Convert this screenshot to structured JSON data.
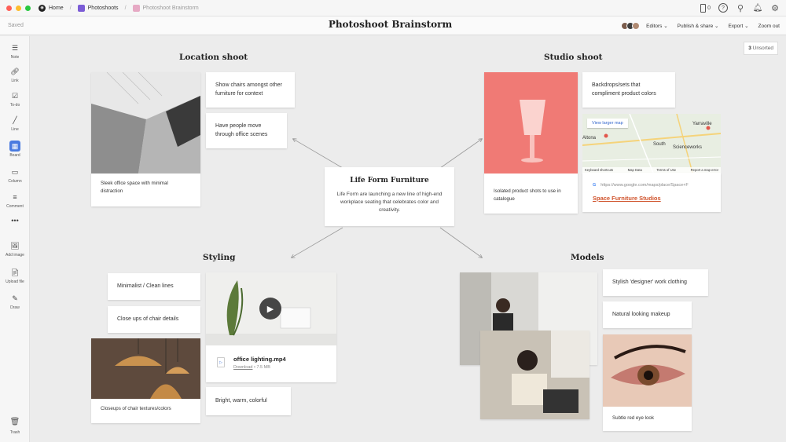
{
  "topbar": {
    "home": "Home",
    "photoshoots": "Photoshoots",
    "current": "Photoshoot Brainstorm",
    "device_count": "0"
  },
  "subbar": {
    "saved": "Saved",
    "title": "Photoshoot Brainstorm",
    "editors": "Editors",
    "publish": "Publish & share",
    "export": "Export",
    "zoom": "Zoom out"
  },
  "toolbar": {
    "note": "Note",
    "link": "Link",
    "todo": "To-do",
    "line": "Line",
    "board": "Board",
    "column": "Column",
    "comment": "Comment",
    "add_image": "Add image",
    "upload_file": "Upload file",
    "draw": "Draw",
    "trash": "Trash"
  },
  "unsorted": {
    "count": "3",
    "label": " Unsorted"
  },
  "center": {
    "title": "Life Form Furniture",
    "desc": "Life Form are launching a new line of high-end workplace seating that celebrates color and creativity."
  },
  "location": {
    "heading": "Location shoot",
    "image_caption": "Sleek office space with minimal distraction",
    "note1": "Show chairs amongst other furniture for context",
    "note2": "Have people move through office scenes"
  },
  "studio": {
    "heading": "Studio shoot",
    "image_caption": "Isolated product shots to use in catalogue",
    "note1": "Backdrops/sets that compliment product colors",
    "map_button": "View larger map",
    "map_labels": [
      "Yarraville",
      "South",
      "Altona",
      "Scienceworks"
    ],
    "map_footer": [
      "Keyboard shortcuts",
      "Map Data",
      "Terms of Use",
      "Report a map error"
    ],
    "url": "https://www.google.com/maps/place/Space+F",
    "link": "Space Furniture Studios"
  },
  "styling": {
    "heading": "Styling",
    "note1": "Minimalist / Clean lines",
    "note2": "Close ups of chair details",
    "image_caption": "Closeups of chair textures/colors",
    "video_name": "office lighting.mp4",
    "video_download": "Download",
    "video_size": " • 7.5 MB",
    "note3": "Bright, warm, colorful"
  },
  "models": {
    "heading": "Models",
    "note1": "Stylish 'designer' work clothing",
    "note2": "Natural looking makeup",
    "image_caption": "Subtle red eye look"
  },
  "colors": {
    "photoshoots_icon": "#7b5cd6",
    "current_icon": "#e6a9c4",
    "board_blue": "#4a7be0",
    "link_orange": "#d0542d"
  }
}
